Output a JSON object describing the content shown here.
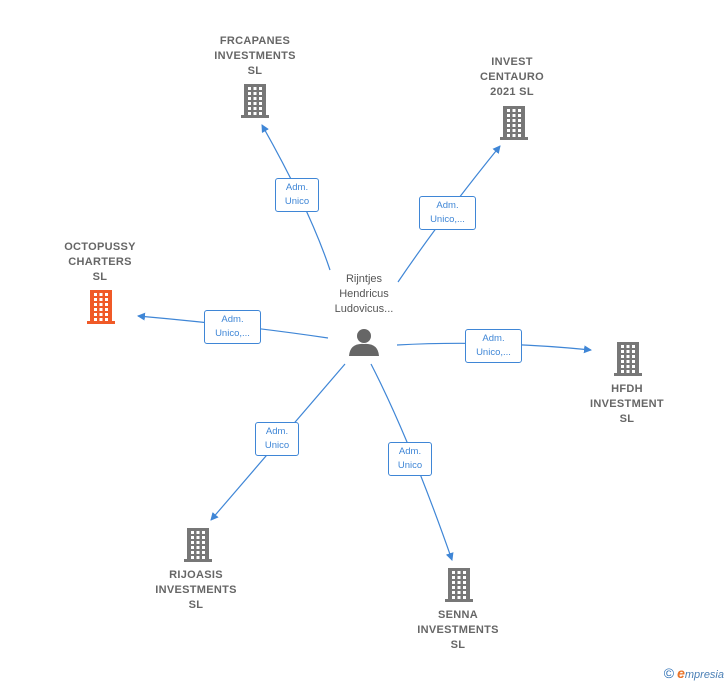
{
  "center": {
    "name_lines": [
      "Rijntjes",
      "Hendricus",
      "Ludovicus..."
    ],
    "icon": "person-icon"
  },
  "companies": [
    {
      "id": "frcapanes",
      "lines": [
        "FRCAPANES",
        "INVESTMENTS",
        "SL"
      ],
      "icon": "building-icon",
      "color": "#777777",
      "relation": [
        "Adm.",
        "Unico"
      ]
    },
    {
      "id": "invest-centauro",
      "lines": [
        "INVEST",
        "CENTAURO",
        "2021  SL"
      ],
      "icon": "building-icon",
      "color": "#777777",
      "relation": [
        "Adm.",
        "Unico,..."
      ]
    },
    {
      "id": "octopussy",
      "lines": [
        "OCTOPUSSY",
        "CHARTERS",
        "SL"
      ],
      "icon": "building-icon",
      "color": "#f05a28",
      "relation": [
        "Adm.",
        "Unico,..."
      ]
    },
    {
      "id": "hfdh",
      "lines": [
        "HFDH",
        "INVESTMENT",
        "SL"
      ],
      "icon": "building-icon",
      "color": "#777777",
      "relation": [
        "Adm.",
        "Unico,..."
      ]
    },
    {
      "id": "rijoasis",
      "lines": [
        "RIJOASIS",
        "INVESTMENTS",
        "SL"
      ],
      "icon": "building-icon",
      "color": "#777777",
      "relation": [
        "Adm.",
        "Unico"
      ]
    },
    {
      "id": "senna",
      "lines": [
        "SENNA",
        "INVESTMENTS",
        "SL"
      ],
      "icon": "building-icon",
      "color": "#777777",
      "relation": [
        "Adm.",
        "Unico"
      ]
    }
  ],
  "colors": {
    "edge": "#3f86d6",
    "label_text": "#666666",
    "highlight": "#f05a28"
  },
  "footer": {
    "copyright": "©",
    "brand_initial": "e",
    "brand_rest": "mpresia"
  }
}
